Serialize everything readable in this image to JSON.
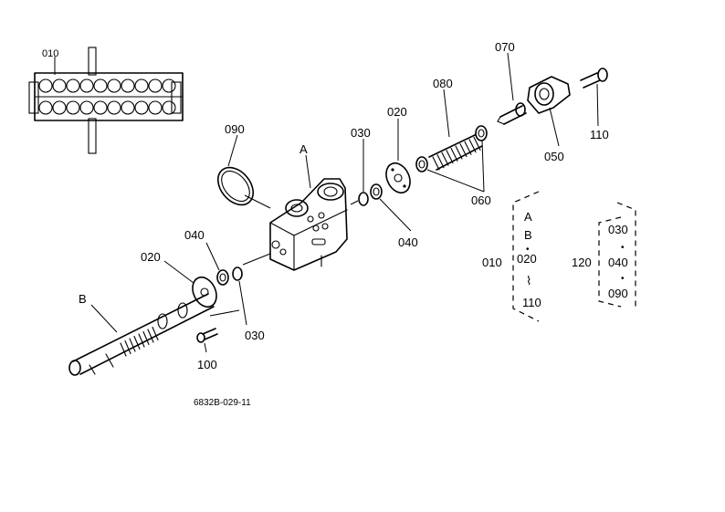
{
  "callouts": {
    "c010": "010",
    "c090": "090",
    "cA": "A",
    "c030_top": "030",
    "c020_top": "020",
    "c080": "080",
    "c070": "070",
    "c110": "110",
    "c050": "050",
    "c060": "060",
    "c040_right": "040",
    "c040_left": "040",
    "c020_left": "020",
    "cB": "B",
    "c030_bottom": "030",
    "c100": "100"
  },
  "legend_010": {
    "parent": "010",
    "items": [
      "A",
      "B",
      "020",
      "110"
    ],
    "dot": "•",
    "range": "⌇"
  },
  "legend_120": {
    "parent": "120",
    "items": [
      "030",
      "040",
      "090"
    ],
    "dot": "•"
  },
  "drawing_code": "6832B-029-11"
}
